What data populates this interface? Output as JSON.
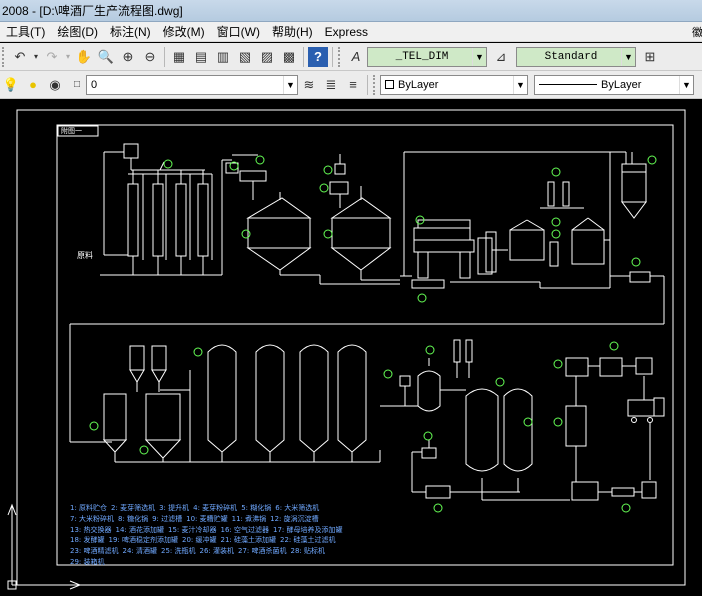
{
  "window": {
    "title": "2008 - [D:\\啤酒厂生产流程图.dwg]"
  },
  "menu": [
    {
      "id": "tools",
      "label": "工具(T)"
    },
    {
      "id": "draw",
      "label": "绘图(D)"
    },
    {
      "id": "dimension",
      "label": "标注(N)"
    },
    {
      "id": "modify",
      "label": "修改(M)"
    },
    {
      "id": "window",
      "label": "窗口(W)"
    },
    {
      "id": "help",
      "label": "帮助(H)"
    },
    {
      "id": "express",
      "label": "Express"
    }
  ],
  "menu_corner": "徽",
  "toolbar": {
    "dimstyle_value": "_TEL_DIM",
    "tablestyle_value": "Standard",
    "layer_value": "0",
    "color_value": "ByLayer",
    "linetype_value": "ByLayer"
  },
  "drawing": {
    "tab_label": "附图一",
    "raw_material_label": "原料",
    "legend": [
      "1: 原料贮仓",
      "2: 麦芽筛选机",
      "3: 提升机",
      "4: 麦芽粉碎机",
      "5: 糊化锅",
      "6: 大米筛选机",
      "7: 大米粉碎机",
      "8: 糖化锅",
      "9: 过滤槽",
      "10: 麦糟贮罐",
      "11: 煮沸锅",
      "12: 旋涡沉淀槽",
      "13: 热交换器",
      "14: 酒花添加罐",
      "15: 麦汁冷却器",
      "16: 空气过滤器",
      "17: 酵母培养及添加罐",
      "18: 发酵罐",
      "19: 啤酒稳定剂添加罐",
      "20: 缓冲罐",
      "21: 硅藻土添加罐",
      "22: 硅藻土过滤机",
      "23: 啤酒精滤机",
      "24: 清酒罐",
      "25: 洗瓶机",
      "26: 灌装机",
      "27: 啤酒杀菌机",
      "28: 贴标机",
      "29: 装箱机"
    ]
  },
  "colors": {
    "canvas": "#000000",
    "line": "#ffffff",
    "legend": "#6fa8ff",
    "callout": "#66ff55",
    "ucs": "#ffffff"
  }
}
